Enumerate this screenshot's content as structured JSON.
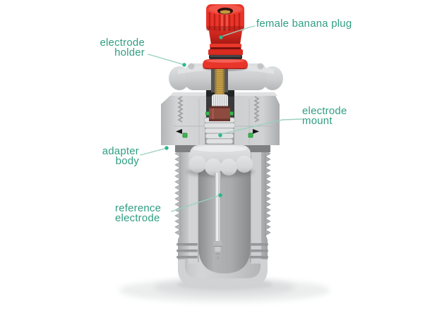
{
  "figure": {
    "type": "technical-illustration",
    "subject": "reference electrode adapter cutaway diagram",
    "labels": [
      {
        "id": "electrode-holder",
        "lines": [
          "electrode",
          "holder"
        ]
      },
      {
        "id": "female-banana-plug",
        "lines": [
          "female banana plug"
        ]
      },
      {
        "id": "electrode-mount",
        "lines": [
          "electrode",
          "mount"
        ]
      },
      {
        "id": "adapter-body",
        "lines": [
          "adapter",
          "body"
        ]
      },
      {
        "id": "reference-electrode",
        "lines": [
          "reference",
          "electrode"
        ]
      }
    ]
  },
  "colors": {
    "label_text": "#2f9e82",
    "leader_line": "#9bd0bf",
    "marker_dot": "#2bb78d",
    "plug_red": "#e8352a",
    "plug_red_dark": "#b5201a",
    "brass": "#cba54d",
    "oring_green": "#3cb54d",
    "electrode_cap_brown": "#8d4a3e",
    "body_gray": "#c6c8ca",
    "background": "#ffffff"
  }
}
